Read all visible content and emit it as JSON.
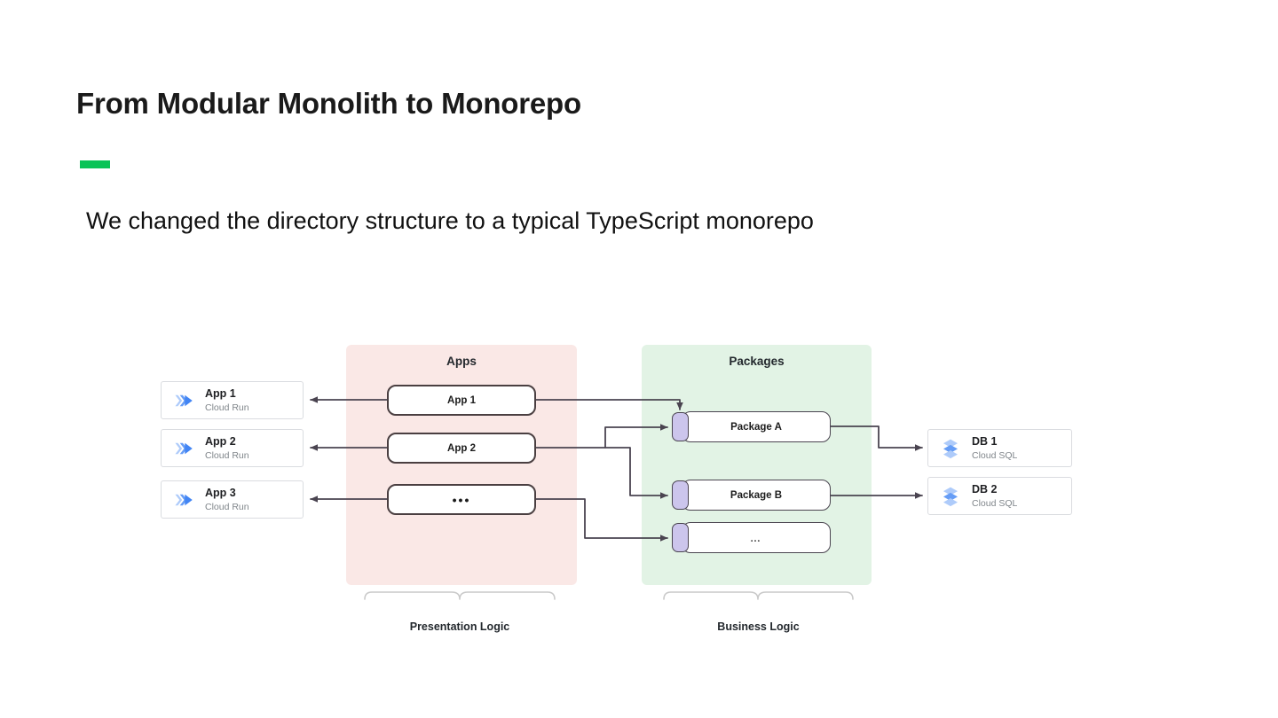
{
  "slide": {
    "title": "From Modular Monolith to Monorepo",
    "subtitle": "We changed the directory structure to a typical TypeScript monorepo",
    "accent_color": "#0ac356"
  },
  "diagram": {
    "groups": [
      {
        "id": "apps",
        "title": "Apps",
        "background": "#fae8e6",
        "brace_label": "Presentation Logic"
      },
      {
        "id": "packages",
        "title": "Packages",
        "background": "#e2f3e5",
        "brace_label": "Business Logic"
      }
    ],
    "cloud_run_services": [
      {
        "name": "App 1",
        "subtitle": "Cloud Run",
        "icon": "cloud-run-icon"
      },
      {
        "name": "App 2",
        "subtitle": "Cloud Run",
        "icon": "cloud-run-icon"
      },
      {
        "name": "App 3",
        "subtitle": "Cloud Run",
        "icon": "cloud-run-icon"
      }
    ],
    "app_boxes": [
      {
        "label": "App 1"
      },
      {
        "label": "App 2"
      },
      {
        "label": "•••"
      }
    ],
    "package_boxes": [
      {
        "label": "Package A",
        "tab_color": "#ccc5ec"
      },
      {
        "label": "Package B",
        "tab_color": "#ccc5ec"
      },
      {
        "label": "…",
        "tab_color": "#ccc5ec"
      }
    ],
    "databases": [
      {
        "name": "DB 1",
        "subtitle": "Cloud SQL",
        "icon": "cloud-sql-icon"
      },
      {
        "name": "DB 2",
        "subtitle": "Cloud SQL",
        "icon": "cloud-sql-icon"
      }
    ],
    "connector_color": "#4a4450"
  }
}
